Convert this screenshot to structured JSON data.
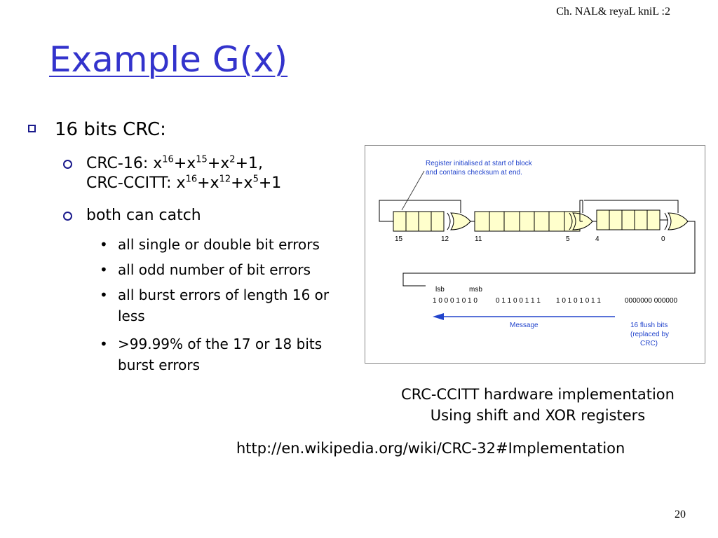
{
  "header": {
    "course_note": "Ch. NAL& reyaL kniL :2"
  },
  "slide": {
    "title": "Example G(x)",
    "bullets": [
      {
        "text": "16 bits CRC:",
        "sub": [
          {
            "line1_prefix": "CRC-16: x",
            "line2_prefix": "CRC-CCITT: x"
          },
          {
            "text": "both can catch"
          }
        ]
      }
    ],
    "poly_crc16": {
      "e1": "16",
      "t1": "+x",
      "e2": "15",
      "t2": "+x",
      "e3": "2",
      "t3": "+1,"
    },
    "poly_ccitt": {
      "e1": "16",
      "t1": "+x",
      "e2": "12",
      "t2": "+x",
      "e3": "5",
      "t3": "+1"
    },
    "catch_list": [
      "all single or double bit errors",
      "all odd number of bit errors",
      "all burst errors of length 16 or less",
      ">99.99% of the 17 or 18 bits burst errors"
    ],
    "figure": {
      "note_line1": "Register initialised at start of block",
      "note_line2": "and contains checksum at end.",
      "bit_labels": [
        "15",
        "12",
        "11",
        "5",
        "4",
        "0"
      ],
      "lsb": "lsb",
      "msb": "msb",
      "bits_group1": "1 0 0 0 1 0 1 0",
      "bits_group2": "0 1 1 0 0 1 1 1",
      "bits_group3": "1 0 1 0 1 0 1 1",
      "bits_flush": "0000000 000000",
      "message_label": "Message",
      "flush_label_1": "16 flush bits",
      "flush_label_2": "(replaced by",
      "flush_label_3": "CRC)",
      "colors": {
        "annotation": "#2244cc",
        "register_fill": "#ffffcc",
        "xor_fill": "#ffffcc"
      }
    },
    "caption_line1": "CRC-CCITT hardware implementation",
    "caption_line2": "Using shift and XOR registers",
    "url": "http://en.wikipedia.org/wiki/CRC-32#Implementation",
    "page_number": "20"
  }
}
